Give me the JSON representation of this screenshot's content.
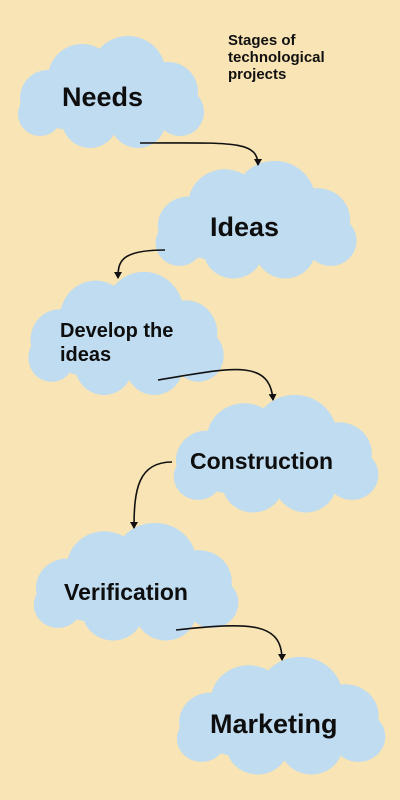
{
  "caption": "Stages of technological projects",
  "colors": {
    "background": "#f8e4b5",
    "cloud": "#bfdcf1",
    "text": "#0e0e0e"
  },
  "stages": [
    {
      "label_lines": [
        "Needs"
      ]
    },
    {
      "label_lines": [
        "Ideas"
      ]
    },
    {
      "label_lines": [
        "Develop the",
        "ideas"
      ]
    },
    {
      "label_lines": [
        "Construction"
      ]
    },
    {
      "label_lines": [
        "Verification"
      ]
    },
    {
      "label_lines": [
        "Marketing"
      ]
    }
  ],
  "connections": [
    [
      0,
      1
    ],
    [
      1,
      2
    ],
    [
      2,
      3
    ],
    [
      3,
      4
    ],
    [
      4,
      5
    ]
  ]
}
